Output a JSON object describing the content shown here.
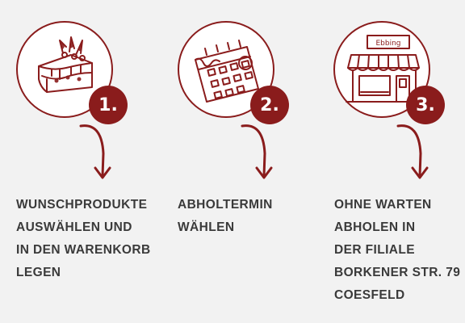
{
  "colors": {
    "accent": "#8a1c1c",
    "background": "#f2f2f2",
    "text": "#3a3a3a"
  },
  "steps": [
    {
      "number": "1.",
      "icon": "cake-icon",
      "lines": [
        "WUNSCHPRODUKTE",
        "AUSWÄHLEN UND",
        "IN DEN WARENKORB",
        "LEGEN"
      ]
    },
    {
      "number": "2.",
      "icon": "calendar-icon",
      "lines": [
        "ABHOLTERMIN",
        "WÄHLEN"
      ]
    },
    {
      "number": "3.",
      "icon": "store-icon",
      "shop_sign": "Ebbing",
      "lines": [
        "OHNE WARTEN",
        "ABHOLEN IN",
        "DER FILIALE",
        "BORKENER STR. 79",
        "COESFELD"
      ]
    }
  ]
}
